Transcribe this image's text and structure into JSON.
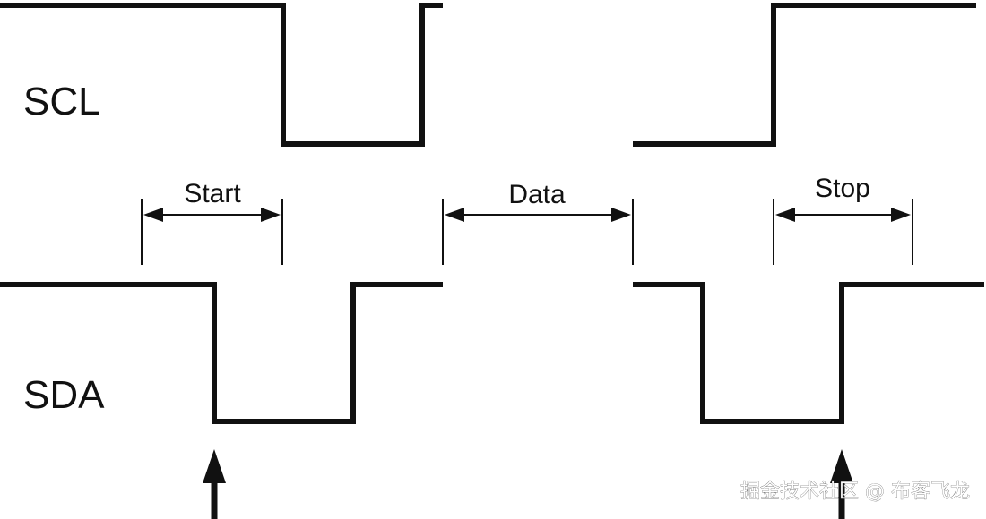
{
  "labels": {
    "scl": "SCL",
    "sda": "SDA",
    "start": "Start",
    "data": "Data",
    "stop": "Stop"
  },
  "watermark": "掘金技术社区 @ 布客飞龙"
}
